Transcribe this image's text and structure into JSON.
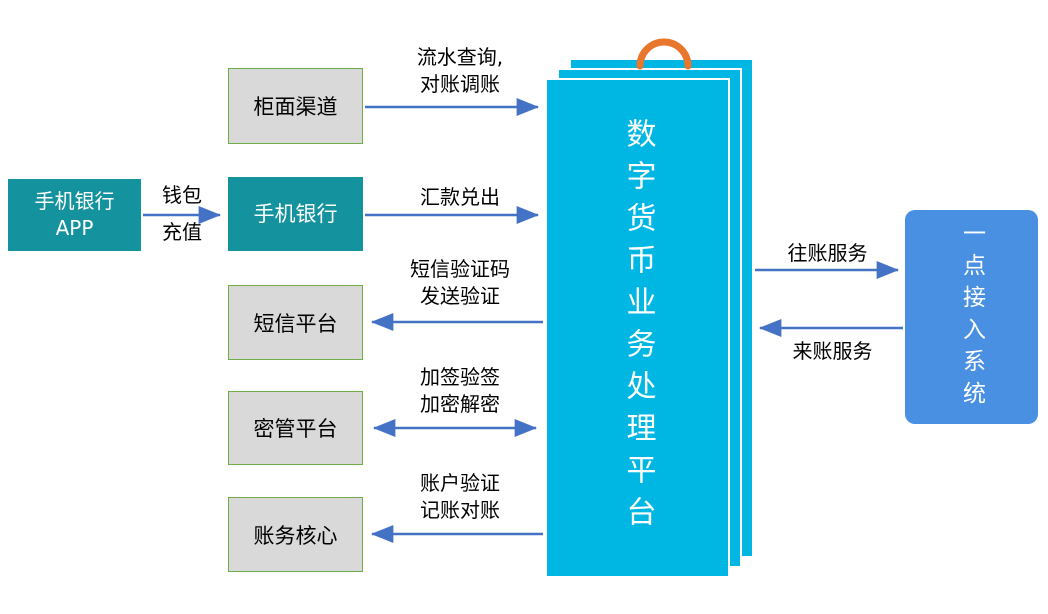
{
  "nodes": {
    "mobile_app": {
      "line1": "手机银行",
      "line2": "APP"
    },
    "counter_channel": {
      "label": "柜面渠道"
    },
    "mobile_banking": {
      "label": "手机银行"
    },
    "sms_platform": {
      "label": "短信平台"
    },
    "crypto_platform": {
      "label": "密管平台"
    },
    "accounting_core": {
      "label": "账务核心"
    },
    "platform": {
      "label": "数字货币业务处理平台"
    },
    "access_system": {
      "label": "一点接入系统"
    }
  },
  "edges": {
    "wallet_topup": {
      "line1": "钱包",
      "line2": "充值"
    },
    "flow_query": {
      "line1": "流水查询,",
      "line2": "对账调账"
    },
    "remittance": {
      "label": "汇款兑出"
    },
    "sms_verify": {
      "line1": "短信验证码",
      "line2": "发送验证"
    },
    "sign_verify": {
      "line1": "加签验签",
      "line2": "加密解密"
    },
    "account_verify": {
      "line1": "账户验证",
      "line2": "记账对账"
    },
    "outgoing_service": {
      "label": "往账服务"
    },
    "incoming_service": {
      "label": "来账服务"
    }
  },
  "colors": {
    "platform_cyan": "#00B6E3",
    "teal": "#14929E",
    "access_blue": "#4A90E2",
    "arrow_blue": "#4472C4",
    "loop_orange": "#E8762C",
    "node_gray_fill": "#D9D9D9",
    "node_green_border": "#70AD47"
  }
}
